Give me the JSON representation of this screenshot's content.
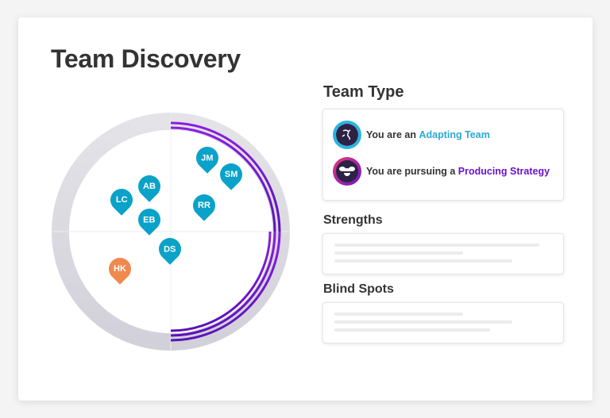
{
  "page": {
    "title": "Team Discovery"
  },
  "team_type": {
    "heading": "Team Type",
    "rows": [
      {
        "prefix": "You are an ",
        "highlight": "Adapting Team",
        "color": "#2aa8d8",
        "icon": "lizard-badge-icon"
      },
      {
        "prefix": "You are pursuing a ",
        "highlight": "Producing Strategy",
        "color": "#6a14c8",
        "icon": "bee-badge-icon"
      }
    ]
  },
  "strengths": {
    "heading": "Strengths"
  },
  "blind_spots": {
    "heading": "Blind Spots"
  },
  "chart_data": {
    "type": "scatter",
    "title": "Team Discovery quadrant map",
    "points": [
      {
        "label": "JM",
        "x": 0.31,
        "y": 0.57,
        "color": "#0aa2c8"
      },
      {
        "label": "SM",
        "x": 0.52,
        "y": 0.43,
        "color": "#0aa2c8"
      },
      {
        "label": "AB",
        "x": -0.18,
        "y": 0.33,
        "color": "#0aa2c8"
      },
      {
        "label": "LC",
        "x": -0.41,
        "y": 0.22,
        "color": "#0aa2c8"
      },
      {
        "label": "RR",
        "x": 0.29,
        "y": 0.17,
        "color": "#0aa2c8"
      },
      {
        "label": "EB",
        "x": -0.18,
        "y": 0.05,
        "color": "#0aa2c8"
      },
      {
        "label": "DS",
        "x": 0.0,
        "y": -0.2,
        "color": "#0aa2c8"
      },
      {
        "label": "HK",
        "x": -0.42,
        "y": -0.37,
        "color": "#f0894e"
      }
    ],
    "quadrants": "4 quadrants divided by horizontal and vertical axes",
    "highlight_arcs": "purple arcs on the right half (top-right double, bottom-right triple)"
  }
}
